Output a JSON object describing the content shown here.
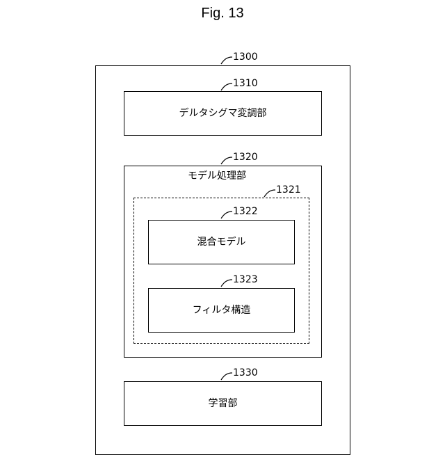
{
  "figure": {
    "title": "Fig. 13"
  },
  "diagram": {
    "outer": {
      "ref": "1300"
    },
    "delta_sigma": {
      "ref": "1310",
      "label": "デルタシグマ変調部"
    },
    "model_processing": {
      "ref": "1320",
      "label": "モデル処理部"
    },
    "inner_group": {
      "ref": "1321"
    },
    "mixture_model": {
      "ref": "1322",
      "label": "混合モデル"
    },
    "filter_structure": {
      "ref": "1323",
      "label": "フィルタ構造"
    },
    "learning": {
      "ref": "1330",
      "label": "学習部"
    }
  }
}
